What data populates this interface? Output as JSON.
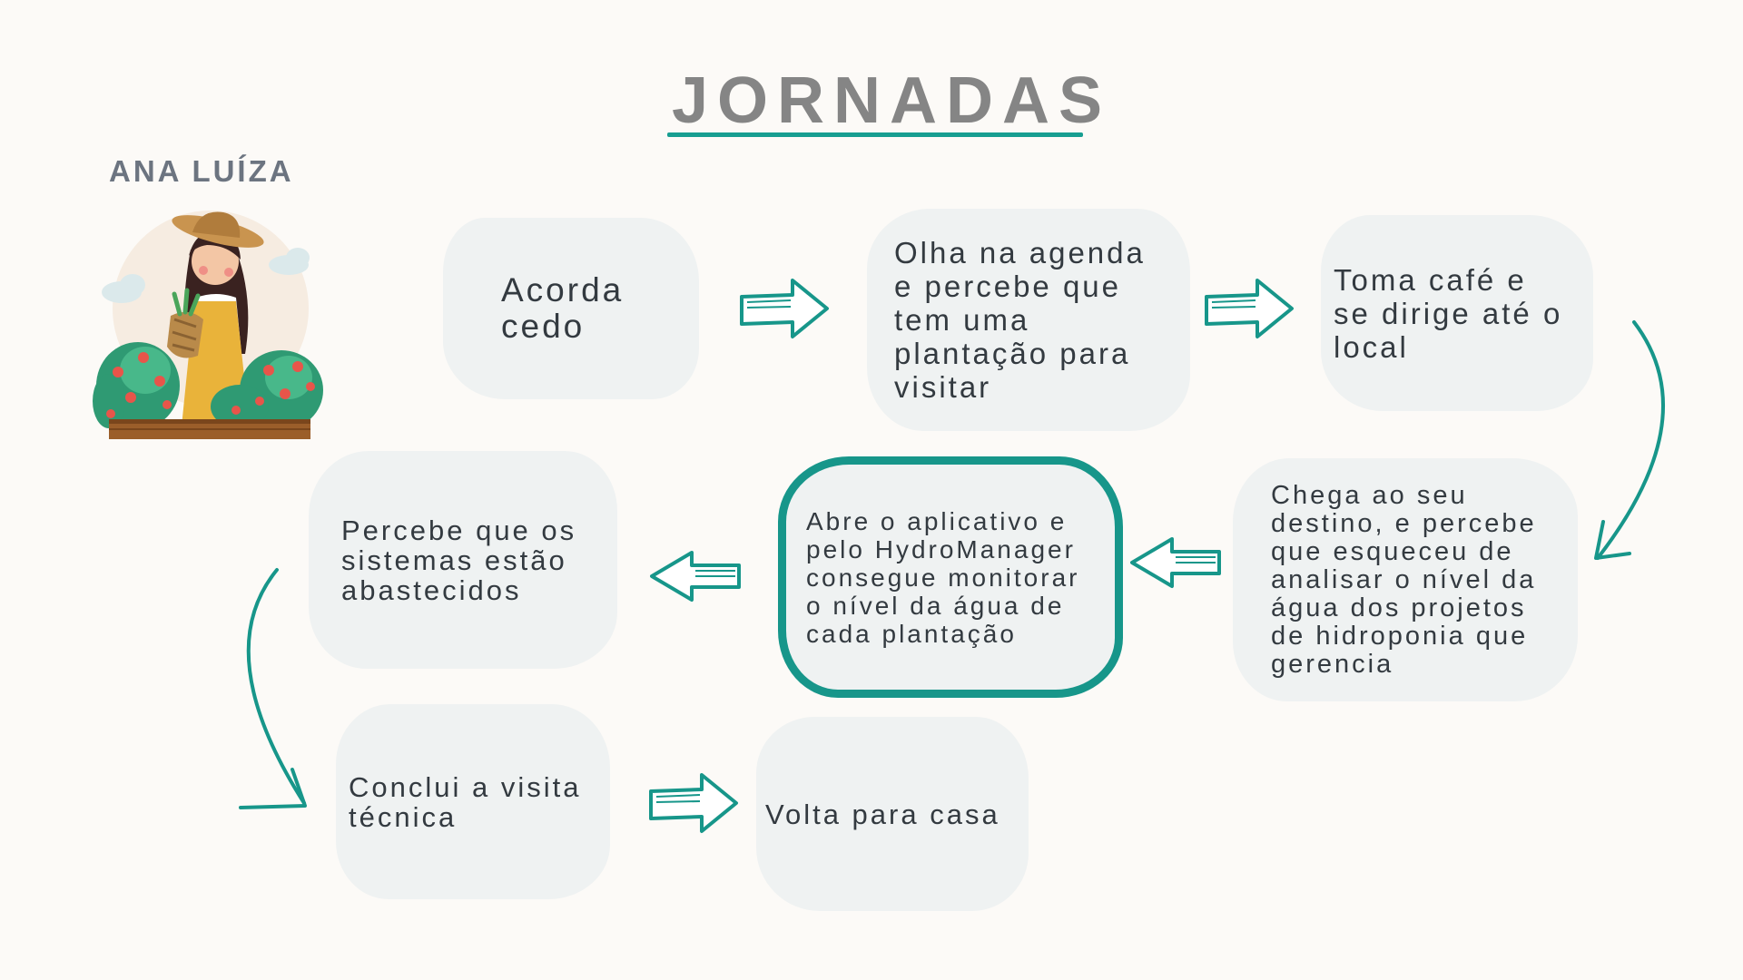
{
  "title": "JORNADAS",
  "persona": {
    "name": "ANA LUÍZA",
    "illustration": "farmer-woman-illustration"
  },
  "steps": [
    {
      "text": "Acorda\ncedo"
    },
    {
      "text": "Olha na agenda\ne percebe que\ntem uma\nplantação para\nvisitar"
    },
    {
      "text": "Toma café e\nse dirige até o\nlocal"
    },
    {
      "text": "Chega ao seu\ndestino, e percebe\nque esqueceu de\nanalisar o nível da\nágua dos projetos\nde hidroponia que\ngerencia"
    },
    {
      "text": "Abre o aplicativo e\npelo HydroManager\nconsegue monitorar\no nível da água de\ncada plantação",
      "highlighted": true
    },
    {
      "text": "Percebe que os\nsistemas estão\nabastecidos"
    },
    {
      "text": "Conclui a visita\ntécnica"
    },
    {
      "text": "Volta para casa"
    }
  ],
  "colors": {
    "accent": "#17968a",
    "bubble": "#eff2f2",
    "title": "#858585",
    "background": "#fcfaf7"
  }
}
